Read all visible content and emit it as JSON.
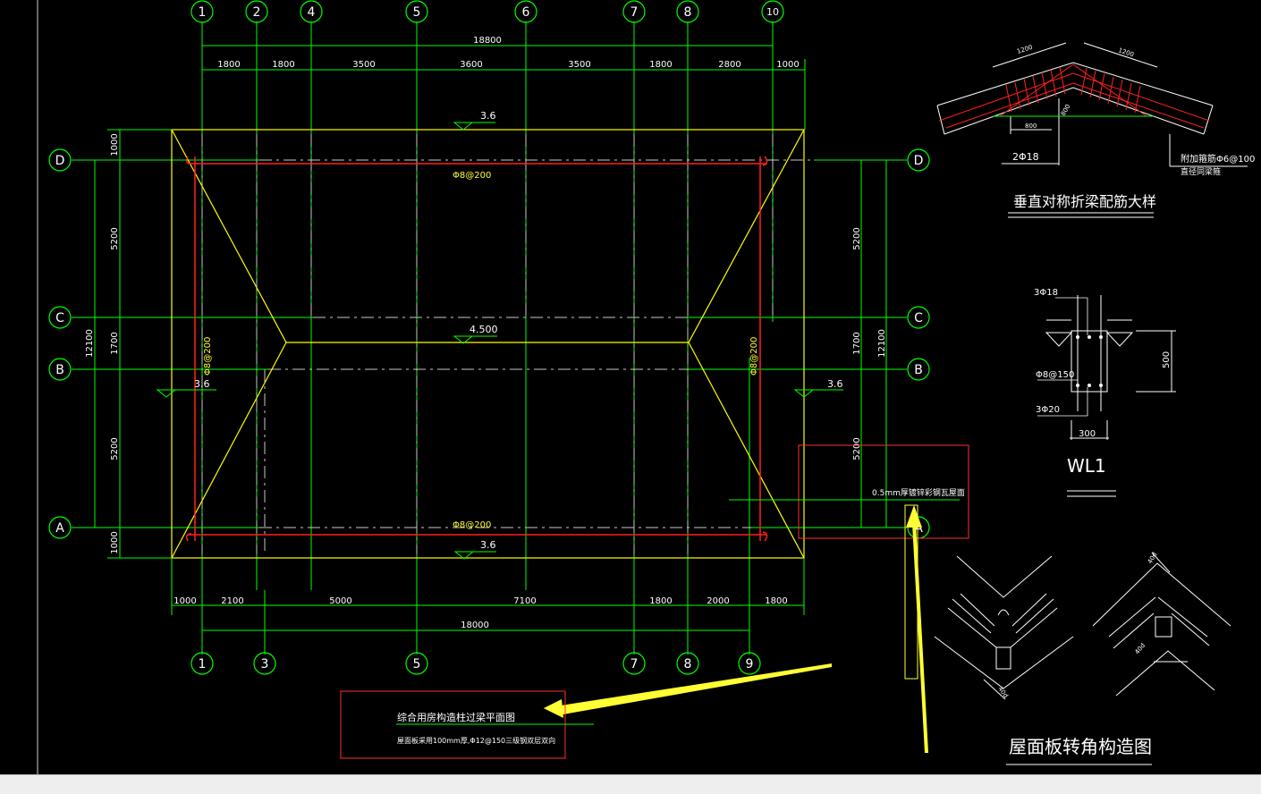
{
  "colors": {
    "background": "#000000",
    "grid_line": "#00ff00",
    "dimension": "#00ff00",
    "outline": "#ffff00",
    "rebar": "#ff2020",
    "annotation_box": "#ff3030",
    "text": "#ffffff",
    "arrow": "#ffff33",
    "status_bar": "#eeeeee"
  },
  "plan": {
    "top_axes": [
      "1",
      "2",
      "4",
      "5",
      "6",
      "7",
      "8",
      "10"
    ],
    "bottom_axes": [
      "1",
      "3",
      "5",
      "7",
      "8",
      "9"
    ],
    "left_axes": [
      "D",
      "C",
      "B",
      "A"
    ],
    "right_axes": [
      "D",
      "C",
      "B",
      "A"
    ],
    "top_total": "18800",
    "top_segments": [
      "1800",
      "1800",
      "3500",
      "3600",
      "3500",
      "1800",
      "2800",
      "1000"
    ],
    "bottom_total": "18000",
    "bottom_segments": [
      "1000",
      "2100",
      "5000",
      "7100",
      "1800",
      "2000",
      "1800"
    ],
    "left_total": "12100",
    "left_segments": [
      "1000",
      "5200",
      "1700",
      "5200",
      "1000"
    ],
    "right_total": "12100",
    "right_segments": [
      "5200",
      "1700",
      "5200"
    ],
    "elev_top": "3.6",
    "elev_ridge": "4.500",
    "elev_left": "3.6",
    "elev_right": "3.6",
    "elev_bottom": "3.6",
    "rebar_top": "Φ8@200",
    "rebar_bottom": "Φ8@200",
    "rebar_left": "Φ8@200",
    "rebar_right": "Φ8@200",
    "roof_note": "0.5mm厚镀锌彩钢瓦屋面",
    "title_box": {
      "title": "综合用房构造柱过梁平面图",
      "note": "屋面板采用100mm厚,Φ12@150三级钢双层双向"
    }
  },
  "detail_beam": {
    "title": "垂直对称折梁配筋大样",
    "dims": [
      "1200",
      "1200",
      "800",
      "800"
    ],
    "bar_label": "2Φ18",
    "note_line1": "附加箍筋Φ6@100",
    "note_line2": "直径同梁箍"
  },
  "detail_wl1": {
    "title": "WL1",
    "top_bars": "3Φ18",
    "stirrups": "Φ8@150",
    "bottom_bars": "3Φ20",
    "height": "500",
    "width": "300"
  },
  "detail_corner": {
    "title": "屋面板转角构造图",
    "dims": [
      "40d",
      "40d",
      "40d"
    ]
  }
}
